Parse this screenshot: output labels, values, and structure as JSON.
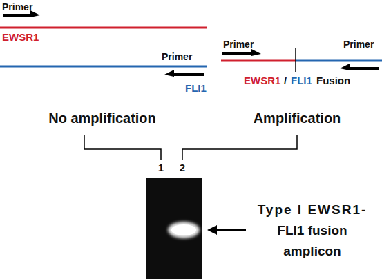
{
  "diagram": {
    "labels": [
      "Primer",
      "EWSR1",
      "Primer",
      "FLI1",
      "Primer",
      "Primer",
      "EWSR1",
      "/",
      "FLI1",
      "Fusion",
      "No amplification",
      "Amplification",
      "1",
      "2",
      "Type I EWSR1-FLI1 fusion amplicon"
    ]
  }
}
